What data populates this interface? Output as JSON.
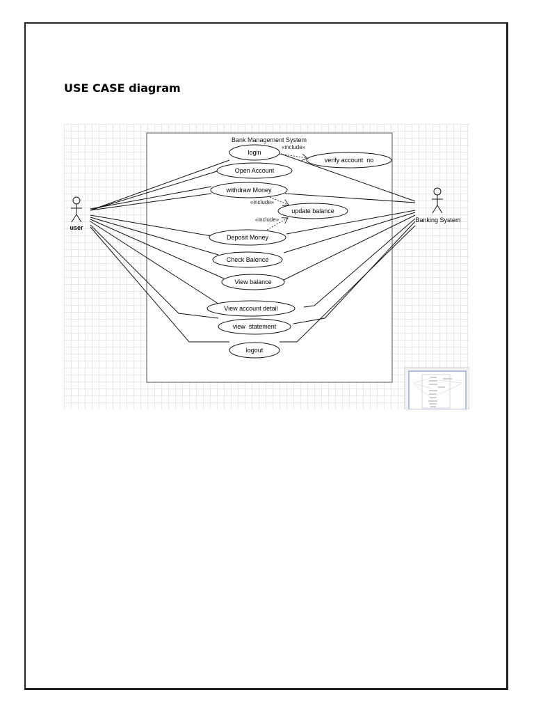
{
  "page": {
    "title": "USE CASE diagram"
  },
  "diagram": {
    "system_name": "Bank Management System",
    "actors": {
      "user": "user",
      "banking": "Banking System"
    },
    "use_cases": [
      "login",
      "Open Account",
      "withdraw Money",
      "update balance",
      "Deposit Money",
      "Check Balence",
      "View balance",
      "View account detail",
      "view  statement",
      "logout",
      "verify account  no"
    ],
    "include_label": "«include»"
  }
}
